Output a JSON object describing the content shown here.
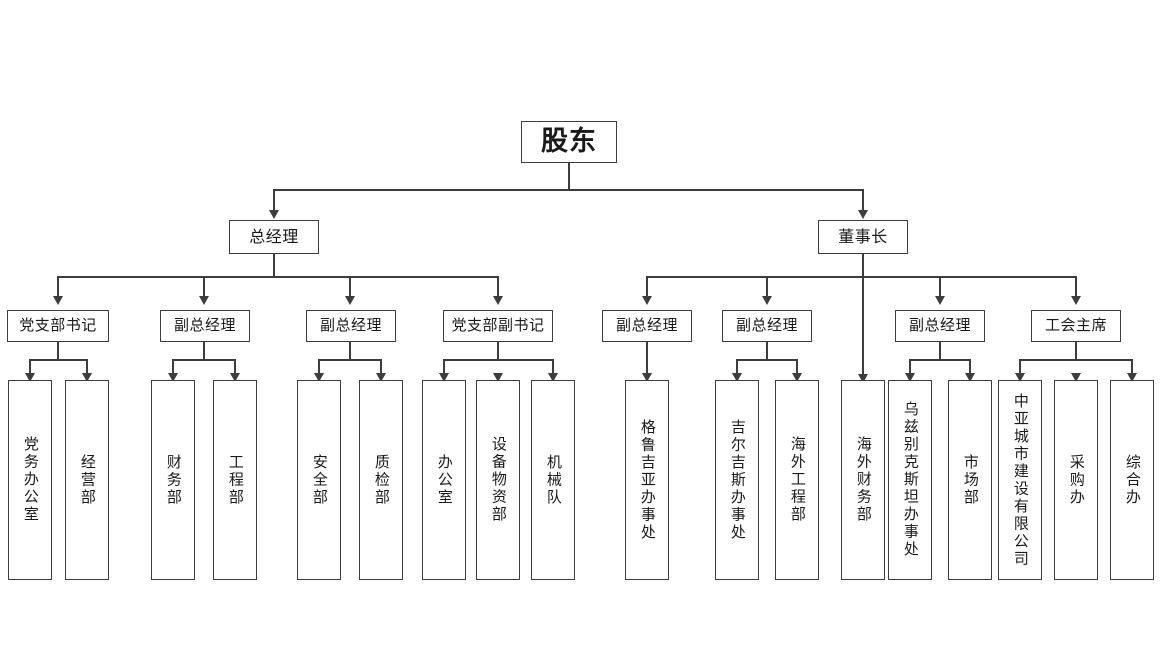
{
  "chart": {
    "title": "",
    "type": "org-chart",
    "root": {
      "label": "股东"
    },
    "level2": [
      {
        "label": "总经理"
      },
      {
        "label": "董事长"
      }
    ],
    "level3": [
      {
        "label": "党支部书记"
      },
      {
        "label": "副总经理"
      },
      {
        "label": "副总经理"
      },
      {
        "label": "党支部副书记"
      },
      {
        "label": "副总经理"
      },
      {
        "label": "副总经理"
      },
      {
        "label": "副总经理"
      },
      {
        "label": "工会主席"
      }
    ],
    "leaves": [
      {
        "label": "党务办公室"
      },
      {
        "label": "经营部"
      },
      {
        "label": "财务部"
      },
      {
        "label": "工程部"
      },
      {
        "label": "安全部"
      },
      {
        "label": "质检部"
      },
      {
        "label": "办公室"
      },
      {
        "label": "设备物资部"
      },
      {
        "label": "机械队"
      },
      {
        "label": "格鲁吉亚办事处"
      },
      {
        "label": "吉尔吉斯办事处"
      },
      {
        "label": "海外工程部"
      },
      {
        "label": "海外财务部"
      },
      {
        "label": "乌兹别克斯坦办事处"
      },
      {
        "label": "市场部"
      },
      {
        "label": "中亚城市建设有限公司"
      },
      {
        "label": "采购办"
      },
      {
        "label": "综合办"
      }
    ],
    "colors": {
      "border": "#3d3d3d",
      "text": "#1a1a1a",
      "background": "#ffffff"
    }
  }
}
